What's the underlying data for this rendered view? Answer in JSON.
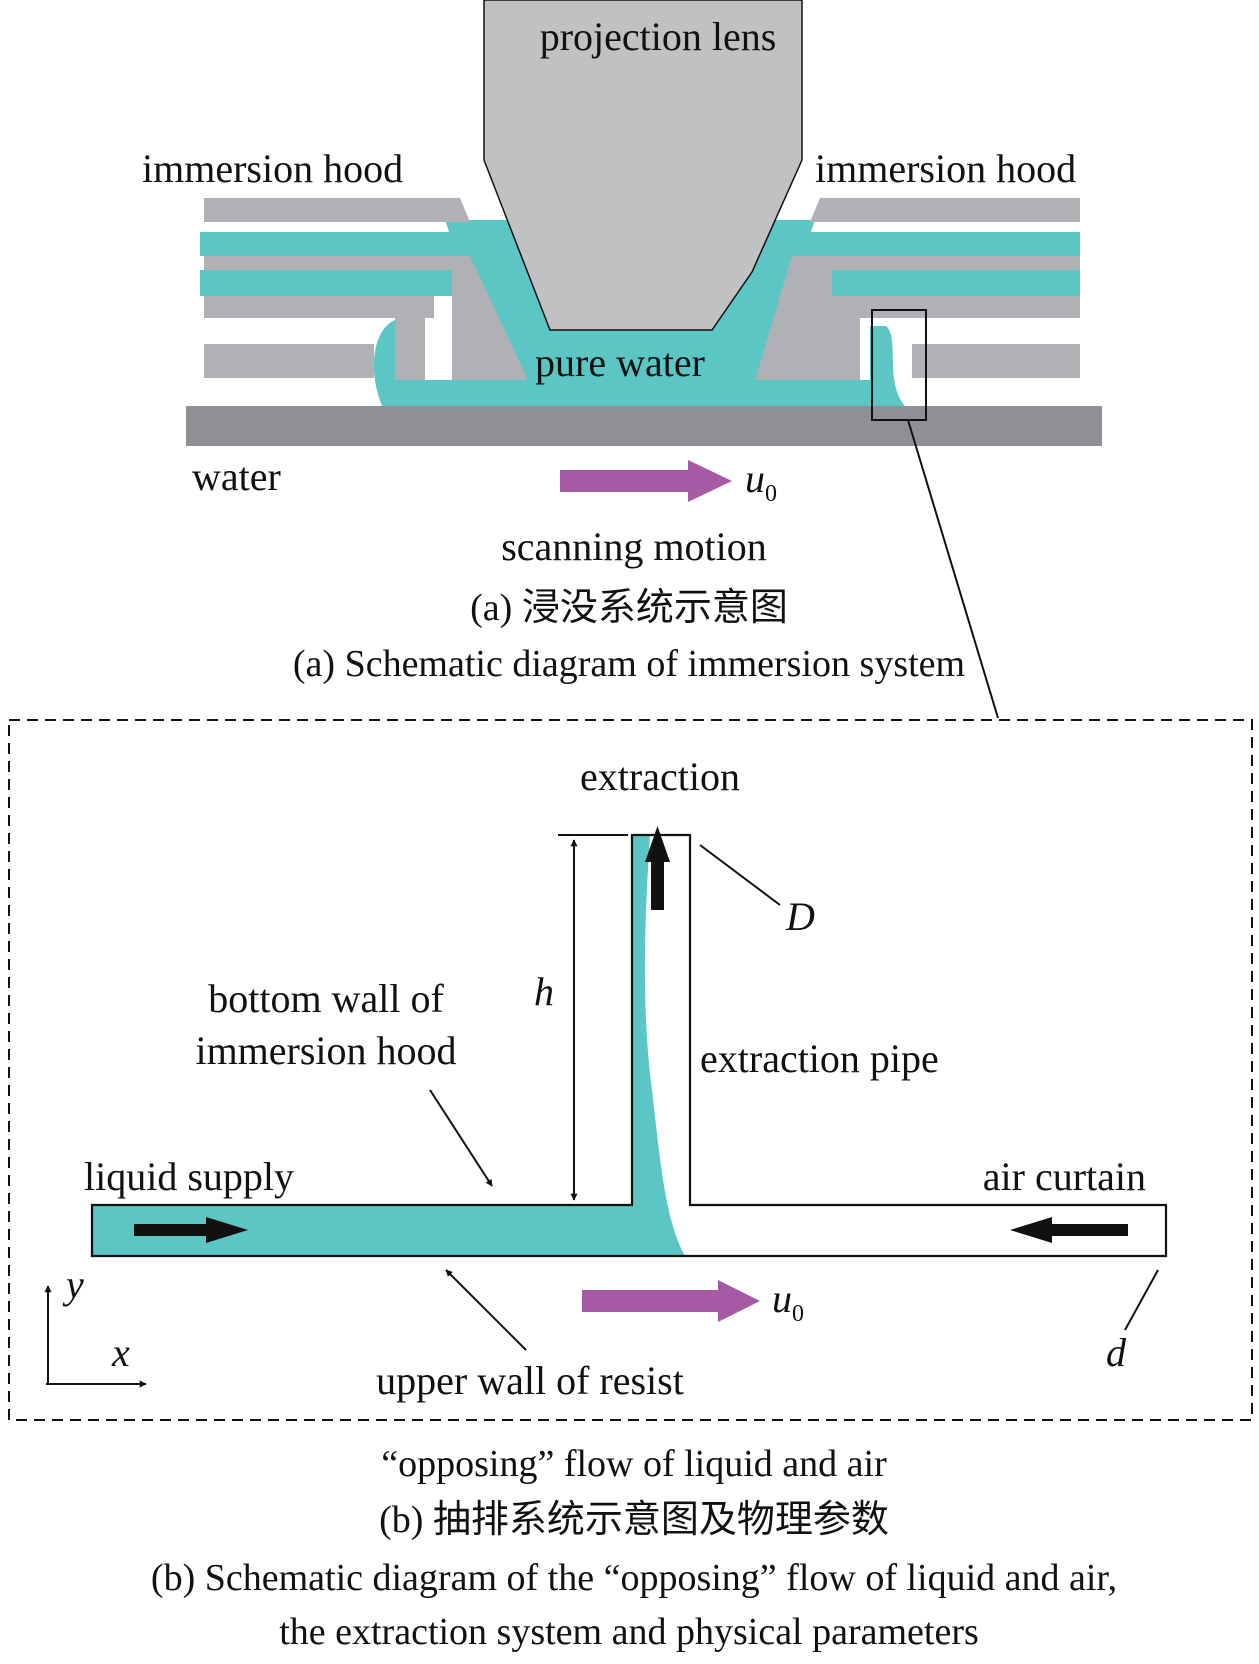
{
  "panel_a": {
    "projection_lens": "projection lens",
    "immersion_hood_left": "immersion hood",
    "immersion_hood_right": "immersion hood",
    "pure_water": "pure water",
    "water": "water",
    "velocity_symbol": "u",
    "velocity_subscript": "0",
    "scanning_motion": "scanning motion",
    "caption_cn": "(a) 浸没系统示意图",
    "caption_en": "(a) Schematic diagram of immersion system"
  },
  "panel_b": {
    "extraction": "extraction",
    "diameter_symbol": "D",
    "height_symbol": "h",
    "bottom_wall_line1": "bottom wall of",
    "bottom_wall_line2": "immersion hood",
    "extraction_pipe": "extraction pipe",
    "liquid_supply": "liquid supply",
    "air_curtain": "air curtain",
    "axis_y": "y",
    "axis_x": "x",
    "velocity_symbol": "u",
    "velocity_subscript": "0",
    "upper_wall": "upper wall of resist",
    "gap_symbol": "d",
    "opposing_flow": "“opposing”  flow of liquid and air",
    "caption_cn": "(b) 抽排系统示意图及物理参数",
    "caption_en_line1": "(b) Schematic diagram of the “opposing” flow of liquid and air,",
    "caption_en_line2": "the extraction system and physical parameters"
  },
  "colors": {
    "water": "#5bc6c3",
    "hood": "#b0b1b4",
    "lens": "#c0c1c3",
    "substrate": "#8f8f96",
    "motion_arrow": "#a65aa6",
    "outline": "#111111"
  }
}
